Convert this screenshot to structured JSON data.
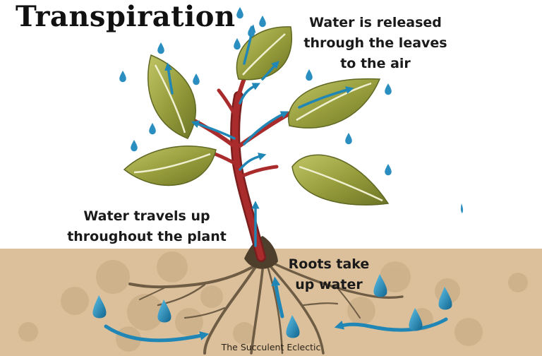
{
  "title": "Transpiration",
  "labels": {
    "leaves": [
      "Water is released",
      "through the leaves",
      "to the air"
    ],
    "travel": [
      "Water travels up",
      "throughout the plant"
    ],
    "roots": [
      "Roots take",
      "up water"
    ]
  },
  "credit": "The Succulent Eclectic",
  "colors": {
    "soil": "#dcc09b",
    "leaf": "#9aa03f",
    "stem": "#a92b2b",
    "water": "#1f86b5",
    "root": "#6e5c45"
  }
}
